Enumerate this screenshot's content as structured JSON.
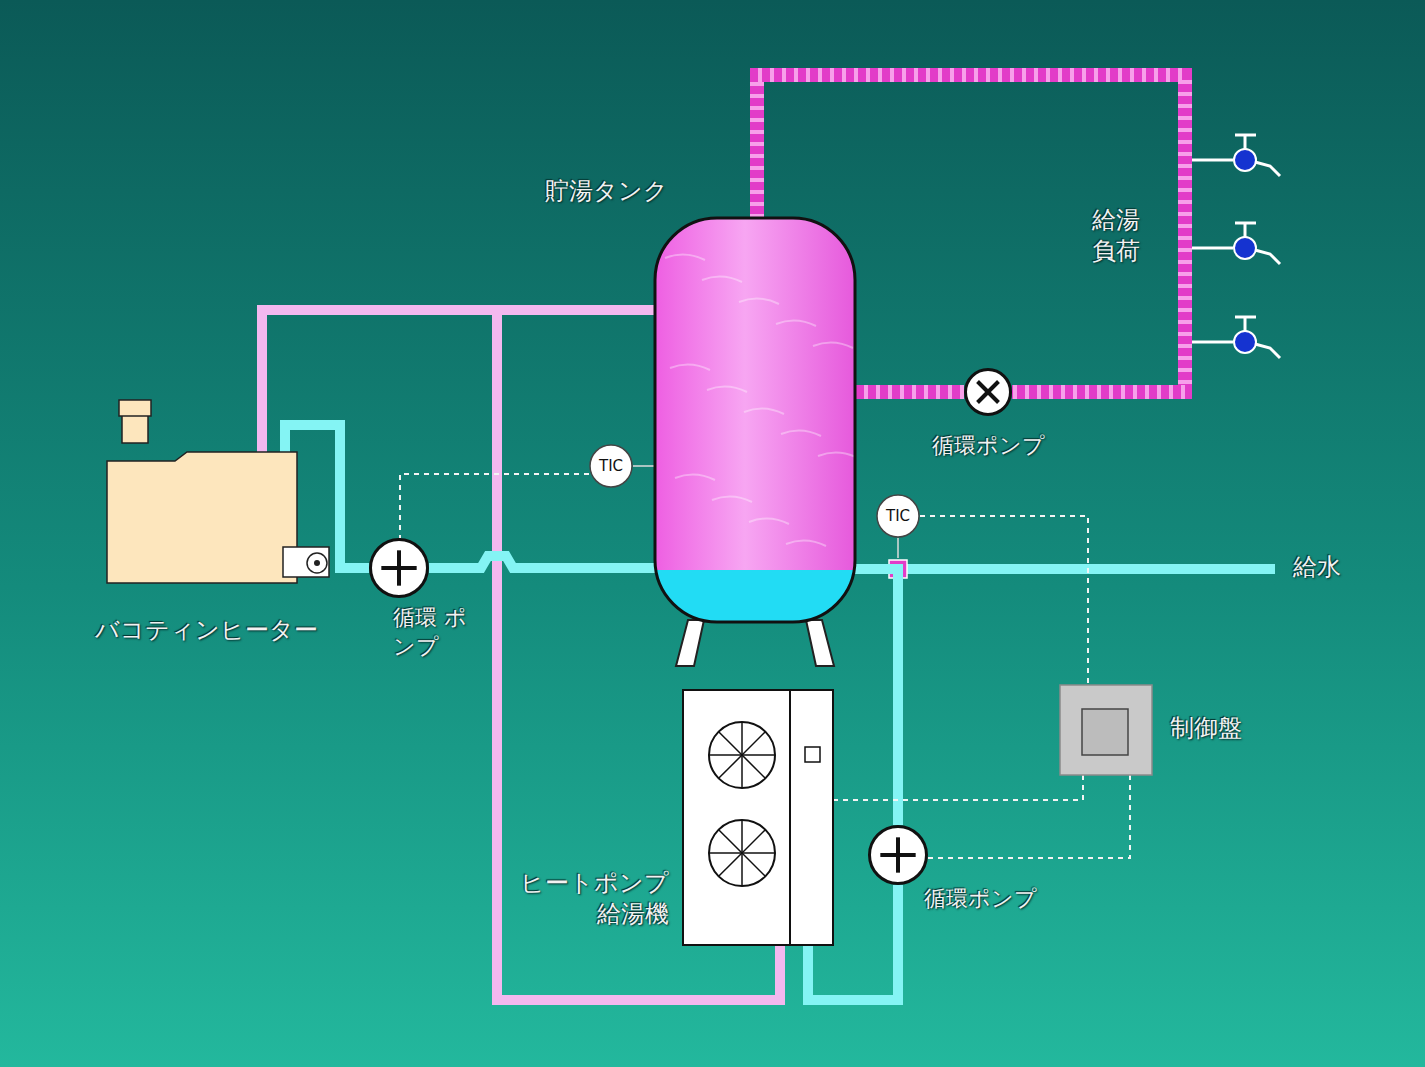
{
  "diagram": {
    "nodes": [
      {
        "text": [
          "貯湯タンク"
        ]
      },
      {
        "text": [
          "バコティンヒーター"
        ]
      },
      {
        "text": [
          "ヒートポンプ 給湯機"
        ]
      },
      {
        "text": [
          "制御盤"
        ]
      },
      {
        "text": [
          "TIC"
        ]
      },
      {
        "text": [
          "TIC"
        ]
      },
      {
        "text": [
          "循環 ポンプ"
        ]
      },
      {
        "text": [
          "循環ポンプ"
        ]
      },
      {
        "text": [
          "循環ポンプ"
        ]
      }
    ],
    "edges": [
      {
        "from": 1,
        "to": 0,
        "arrow": "none"
      },
      {
        "from": 0,
        "to": 6,
        "arrow": "none"
      },
      {
        "from": 6,
        "to": 1,
        "arrow": "none"
      },
      {
        "from": 2,
        "to": 0,
        "arrow": "none"
      },
      {
        "from": 0,
        "to": 8,
        "arrow": "none"
      },
      {
        "from": 8,
        "to": 2,
        "arrow": "none"
      },
      {
        "from": 4,
        "to": 6,
        "arrow": "none"
      },
      {
        "from": 4,
        "to": 0,
        "arrow": "none"
      },
      {
        "from": 5,
        "to": 3,
        "arrow": "none"
      },
      {
        "from": 3,
        "to": 2,
        "arrow": "none"
      },
      {
        "from": 3,
        "to": 8,
        "arrow": "none"
      },
      {
        "from": 0,
        "to": 7,
        "arrow": "none"
      },
      {
        "from": 7,
        "to": 0,
        "arrow": "none"
      }
    ],
    "labels": [
      "給湯 負荷",
      "給水"
    ]
  }
}
